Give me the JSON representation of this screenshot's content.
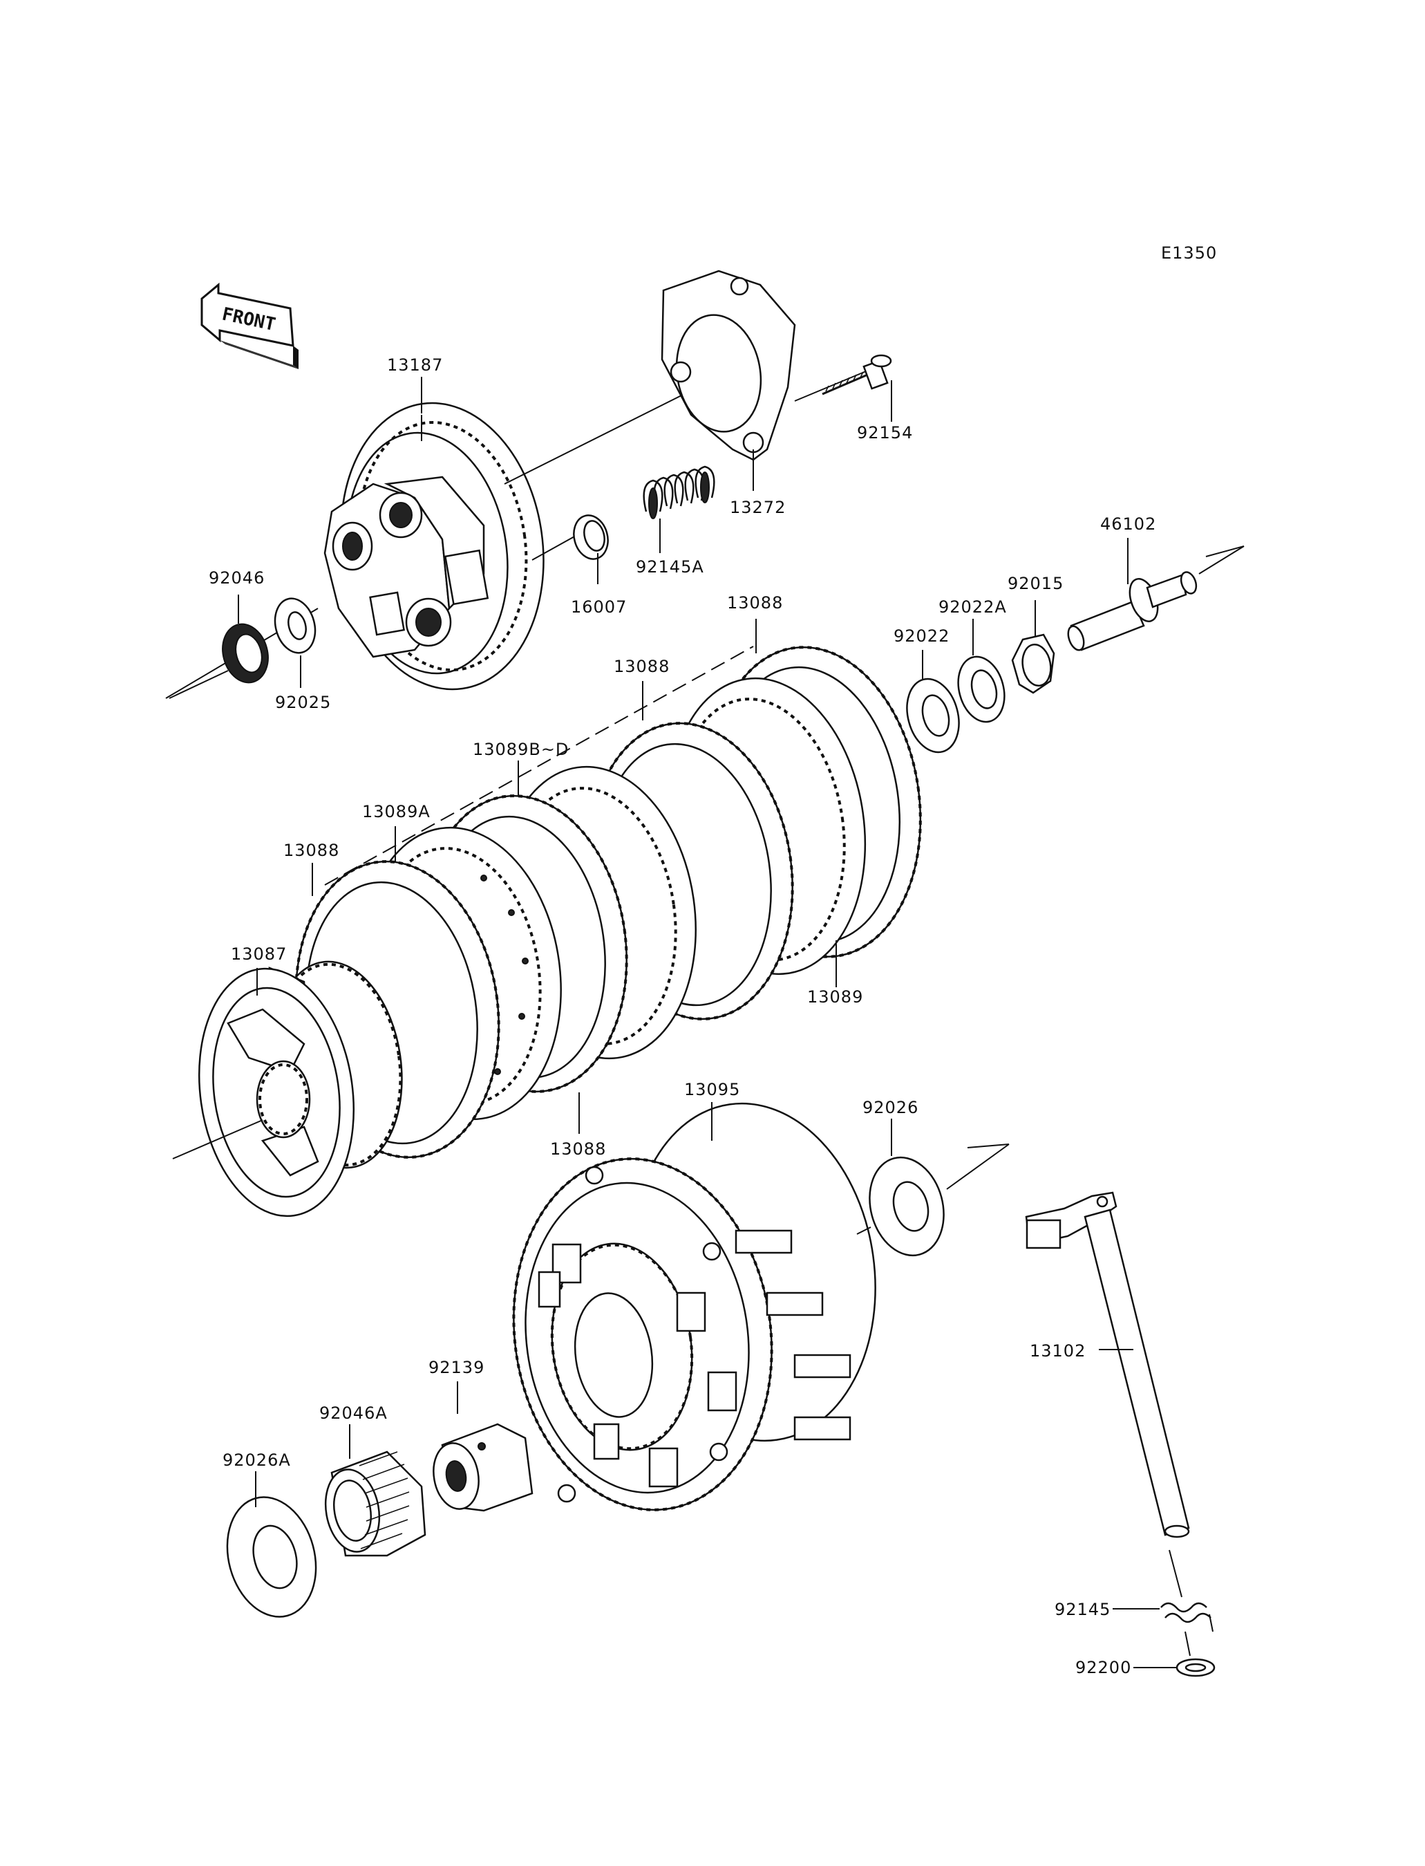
{
  "diagram_code": "E1350",
  "front_label": "FRONT",
  "callouts": {
    "c13187": "13187",
    "c92154": "92154",
    "c13272": "13272",
    "c92145A": "92145A",
    "c16007": "16007",
    "c92046": "92046",
    "c92025": "92025",
    "c46102": "46102",
    "c92015": "92015",
    "c92022A": "92022A",
    "c92022": "92022",
    "c13088_top": "13088",
    "c13088_upper": "13088",
    "c13089BD": "13089B~D",
    "c13089A": "13089A",
    "c13088_left": "13088",
    "c13087": "13087",
    "c13089": "13089",
    "c13088_bottom": "13088",
    "c13095": "13095",
    "c92026": "92026",
    "c13102": "13102",
    "c92139": "92139",
    "c92046A": "92046A",
    "c92026A": "92026A",
    "c92145": "92145",
    "c92200": "92200"
  }
}
